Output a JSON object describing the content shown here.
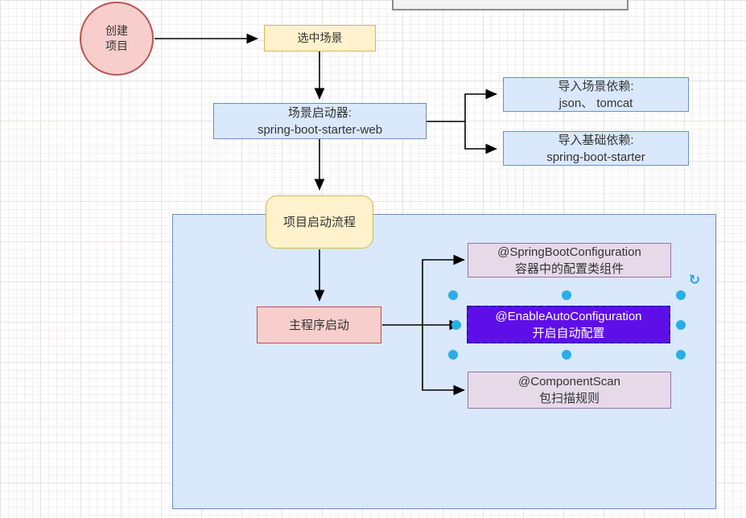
{
  "palette": {
    "pink_fill": "#F8CECC",
    "pink_stroke": "#B85450",
    "yellow_fill": "#FFF2CC",
    "yellow_stroke": "#D6B656",
    "blue_fill": "#DAE8FC",
    "blue_stroke": "#6C8EBF",
    "lavender_fill": "#E6DAE9",
    "lavender_stroke": "#9673A6",
    "selected_fill": "#5E0FE8",
    "selected_border": "#2A14B0",
    "selected_text": "#FFFFFF",
    "handle_color": "#29AEE8",
    "edge_color": "#000000",
    "container_fill": "#D9E8FB"
  },
  "icons": {
    "rotate": "↻"
  },
  "nodes": {
    "create_project": {
      "lines": [
        "创建",
        "项目"
      ]
    },
    "select_scene": {
      "label": "选中场景"
    },
    "scene_starter": {
      "lines": [
        "场景启动器:",
        "spring-boot-starter-web"
      ]
    },
    "scene_deps": {
      "lines": [
        "导入场景依赖:",
        "json、 tomcat"
      ]
    },
    "base_deps": {
      "lines": [
        "导入基础依赖:",
        "spring-boot-starter"
      ]
    },
    "startup_flow": {
      "label": "项目启动流程"
    },
    "main_program": {
      "label": "主程序启动"
    },
    "spring_boot_config": {
      "lines": [
        "@SpringBootConfiguration",
        "容器中的配置类组件"
      ]
    },
    "enable_auto_config": {
      "lines": [
        "@EnableAutoConfiguration",
        "开启自动配置"
      ]
    },
    "component_scan": {
      "lines": [
        "@ComponentScan",
        "包扫描规则"
      ]
    }
  }
}
